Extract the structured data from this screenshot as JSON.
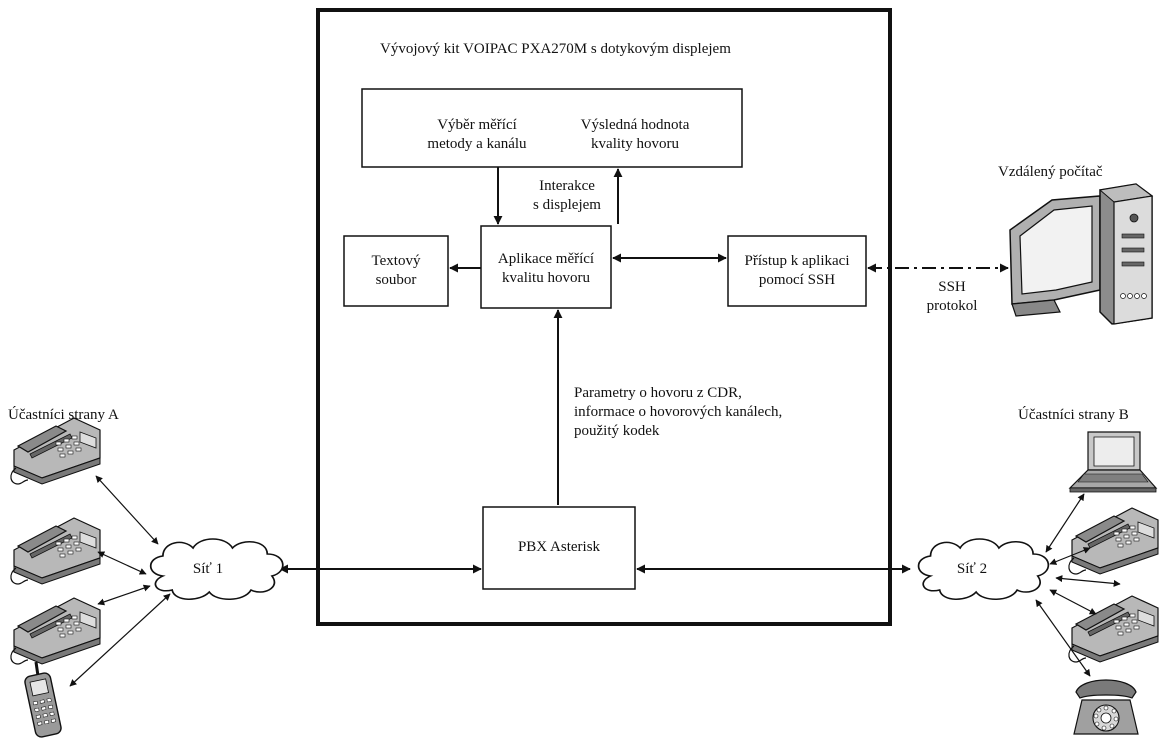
{
  "kit_title": "Vývojový kit VOIPAC PXA270M s dotykovým displejem",
  "top_box": {
    "left": [
      "Výběr měřící",
      "metody a kanálu"
    ],
    "right": [
      "Výsledná hodnota",
      "kvality hovoru"
    ]
  },
  "interaction": [
    "Interakce",
    "s displejem"
  ],
  "text_file": [
    "Textový",
    "soubor"
  ],
  "app": [
    "Aplikace měřící",
    "kvalitu hovoru"
  ],
  "ssh_access": [
    "Přístup k aplikaci",
    "pomocí SSH"
  ],
  "remote_pc": "Vzdálený počítač",
  "ssh_protocol": [
    "SSH",
    "protokol"
  ],
  "params": [
    "Parametry o hovoru z CDR,",
    "informace o hovorových kanálech,",
    "použitý kodek"
  ],
  "pbx": "PBX Asterisk",
  "party_a": "Účastníci strany A",
  "party_b": "Účastníci strany B",
  "net1": "Síť 1",
  "net2": "Síť 2",
  "colors": {
    "line": "#111111",
    "device_fill": "#b8b8b8",
    "device_dark": "#555555"
  }
}
